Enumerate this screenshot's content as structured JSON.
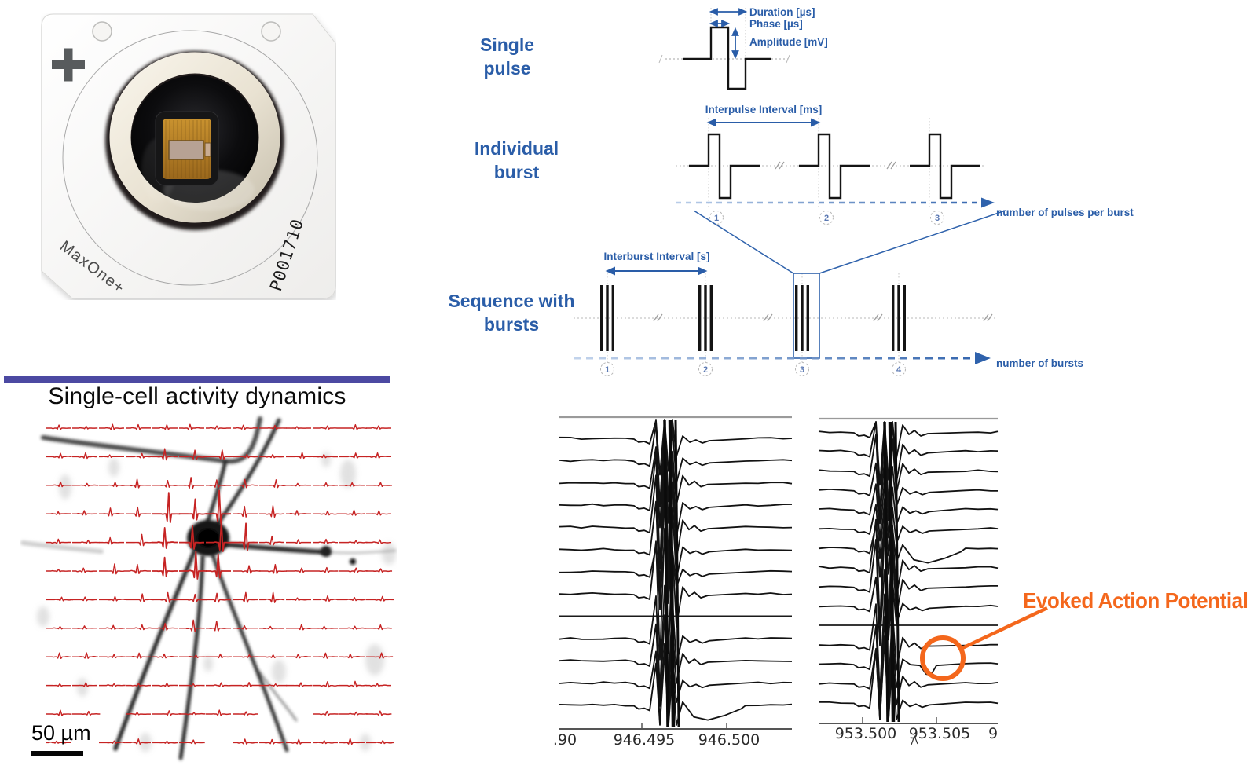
{
  "device": {
    "brand": "MaxOne+",
    "serial": "P001710",
    "polarity_mark": "+"
  },
  "stimulation": {
    "single_pulse": {
      "title": "Single pulse",
      "duration_label": "Duration [µs]",
      "phase_label": "Phase [µs]",
      "amplitude_label": "Amplitude [mV]"
    },
    "individual_burst": {
      "title": "Individual burst",
      "interval_label": "Interpulse Interval [ms]",
      "axis_label": "number of pulses per burst",
      "numbers": [
        "1",
        "2",
        "3"
      ]
    },
    "sequence": {
      "title": "Sequence with bursts",
      "interval_label": "Interburst Interval [s]",
      "axis_label": "number of bursts",
      "numbers": [
        "1",
        "2",
        "3",
        "4"
      ]
    }
  },
  "activity": {
    "title": "Single-cell activity dynamics",
    "scale_label": "50 µm"
  },
  "recordings": {
    "left_ticks": [
      ".90",
      "946.495",
      "946.500"
    ],
    "right_ticks": [
      "953.500",
      "953.505",
      "9"
    ],
    "annotation": "Evoked Action Potential"
  },
  "colors": {
    "blue": "#2a5da8",
    "blue_pale": "#b9cde8",
    "orange": "#f4671c",
    "divider": "#4c49a2",
    "spike": "#c62323",
    "trace": "#121212"
  }
}
